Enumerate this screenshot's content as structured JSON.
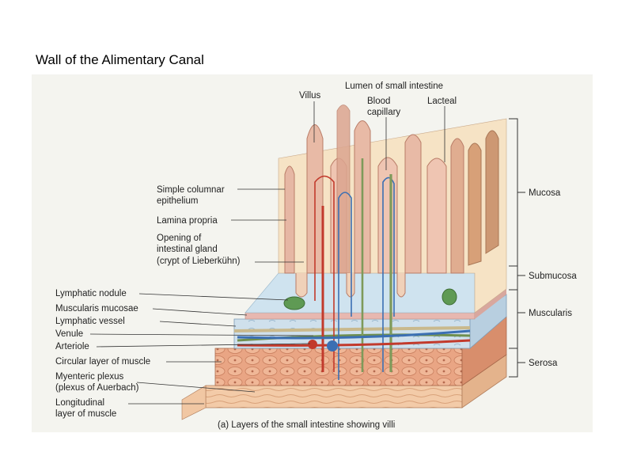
{
  "slide": {
    "title": "Wall of the Alimentary Canal"
  },
  "figure": {
    "caption": "(a) Layers of the small intestine showing villi",
    "top_labels": {
      "lumen": "Lumen of small intestine",
      "villus": "Villus",
      "blood_capillary_1": "Blood",
      "blood_capillary_2": "capillary",
      "lacteal": "Lacteal"
    },
    "left_labels": {
      "simple_columnar_1": "Simple columnar",
      "simple_columnar_2": "epithelium",
      "lamina_propria": "Lamina propria",
      "opening_1": "Opening of",
      "opening_2": "intestinal gland",
      "opening_3": "(crypt of Lieberkühn)",
      "lymphatic_nodule": "Lymphatic nodule",
      "muscularis_mucosae": "Muscularis mucosae",
      "lymphatic_vessel": "Lymphatic vessel",
      "venule": "Venule",
      "arteriole": "Arteriole",
      "circular_layer": "Circular layer of muscle",
      "myenteric_1": "Myenteric plexus",
      "myenteric_2": "(plexus of Auerbach)",
      "longitudinal_1": "Longitudinal",
      "longitudinal_2": "layer of muscle"
    },
    "right_labels": {
      "mucosa": "Mucosa",
      "submucosa": "Submucosa",
      "muscularis": "Muscularis",
      "serosa": "Serosa"
    },
    "colors": {
      "mucosa_tissue": "#f5e2c4",
      "villus": "#e8b9a6",
      "submucosa": "#c9dcea",
      "circular_muscle": "#e6a07e",
      "longitudinal_muscle": "#f1c7a3",
      "artery": "#c23a2c",
      "vein": "#3b6fb3",
      "lymph": "#7e9a5a"
    }
  }
}
